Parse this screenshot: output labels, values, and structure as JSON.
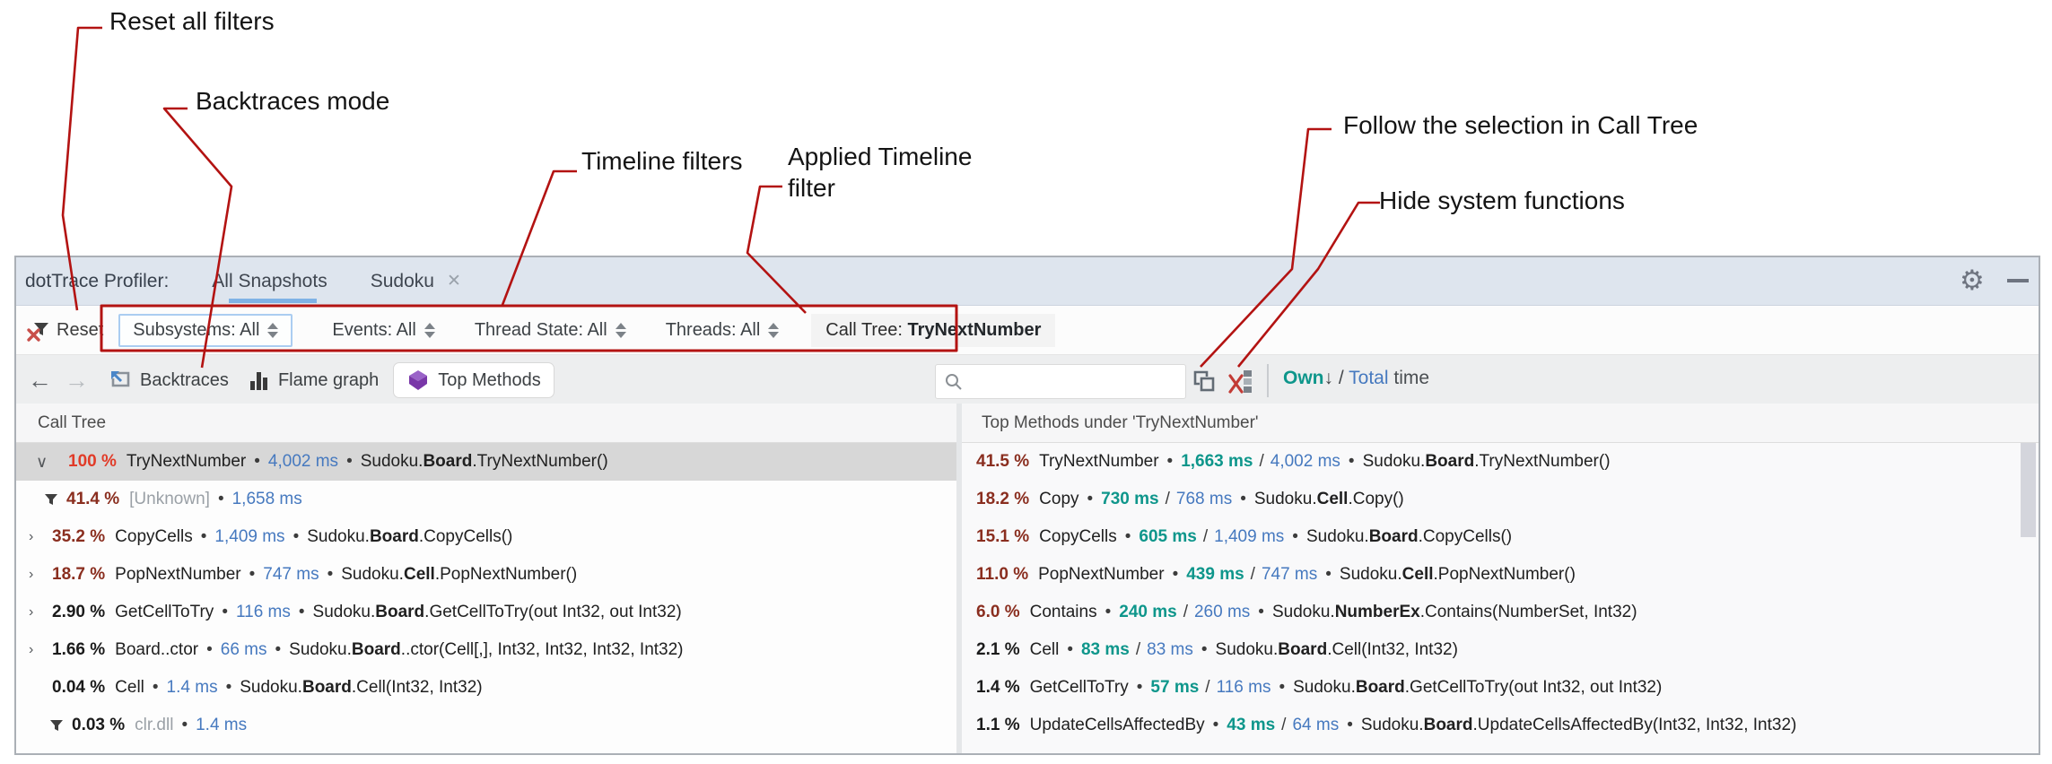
{
  "annotations": {
    "reset": "Reset all filters",
    "backtraces": "Backtraces mode",
    "timeline": "Timeline filters",
    "applied": "Applied Timeline filter",
    "follow": "Follow the selection in Call Tree",
    "hide": "Hide system functions"
  },
  "titlebar": {
    "app_title": "dotTrace Profiler:",
    "tabs": [
      {
        "label": "All Snapshots",
        "active": false
      },
      {
        "label": "Sudoku",
        "active": true,
        "close_glyph": "✕"
      }
    ],
    "gear_glyph": "⚙"
  },
  "filterbar": {
    "reset_label": "Reset",
    "combos": [
      {
        "label": "Subsystems: All",
        "focused": true
      },
      {
        "label": "Events: All",
        "focused": false
      },
      {
        "label": "Thread State: All",
        "focused": false
      },
      {
        "label": "Threads: All",
        "focused": false
      }
    ],
    "applied_chip": {
      "prefix": "Call Tree: ",
      "value": "TryNextNumber"
    }
  },
  "toolbar": {
    "back_glyph": "←",
    "forward_glyph": "→",
    "views": [
      {
        "label": "Backtraces",
        "selected": false
      },
      {
        "label": "Flame graph",
        "selected": false
      },
      {
        "label": "Top Methods",
        "selected": true
      }
    ],
    "search_value": "",
    "sort_toggle": {
      "own": "Own",
      "arrow": "↓",
      "separator": "/",
      "total": "Total",
      "suffix": "time"
    }
  },
  "glyphs": {
    "bullet": "•",
    "expander_open": "∨",
    "expander_closed": "›"
  },
  "left_panel": {
    "header": "Call Tree",
    "rows": [
      {
        "depth": 1,
        "expander": "open",
        "funnel": false,
        "selected": true,
        "pct": "100 %",
        "pct_class": "hot",
        "name": "TryNextNumber",
        "muted": false,
        "time": "4,002 ms",
        "method": {
          "ns": "Sudoku.",
          "cls": "Board",
          "rest": ".TryNextNumber()"
        }
      },
      {
        "depth": 2,
        "expander": "none",
        "funnel": true,
        "selected": false,
        "pct": "41.4 %",
        "pct_class": "warm",
        "name": "[Unknown]",
        "muted": true,
        "time": "1,658 ms",
        "method": null
      },
      {
        "depth": 2,
        "expander": "closed",
        "funnel": false,
        "selected": false,
        "pct": "35.2 %",
        "pct_class": "warm",
        "name": "CopyCells",
        "muted": false,
        "time": "1,409 ms",
        "method": {
          "ns": "Sudoku.",
          "cls": "Board",
          "rest": ".CopyCells()"
        }
      },
      {
        "depth": 2,
        "expander": "closed",
        "funnel": false,
        "selected": false,
        "pct": "18.7 %",
        "pct_class": "warm",
        "name": "PopNextNumber",
        "muted": false,
        "time": "747 ms",
        "method": {
          "ns": "Sudoku.",
          "cls": "Cell",
          "rest": ".PopNextNumber()"
        }
      },
      {
        "depth": 2,
        "expander": "closed",
        "funnel": false,
        "selected": false,
        "pct": "2.90 %",
        "pct_class": "plain",
        "name": "GetCellToTry",
        "muted": false,
        "time": "116 ms",
        "method": {
          "ns": "Sudoku.",
          "cls": "Board",
          "rest": ".GetCellToTry(out Int32, out Int32)"
        }
      },
      {
        "depth": 2,
        "expander": "closed",
        "funnel": false,
        "selected": false,
        "pct": "1.66 %",
        "pct_class": "plain",
        "name": "Board..ctor",
        "muted": false,
        "time": "66 ms",
        "method": {
          "ns": "Sudoku.",
          "cls": "Board",
          "rest": "..ctor(Cell[,], Int32, Int32, Int32, Int32)"
        }
      },
      {
        "depth": 2,
        "expander": "none",
        "funnel": false,
        "selected": false,
        "pct": "0.04 %",
        "pct_class": "plain",
        "name": "Cell",
        "muted": false,
        "time": "1.4 ms",
        "method": {
          "ns": "Sudoku.",
          "cls": "Board",
          "rest": ".Cell(Int32, Int32)"
        }
      },
      {
        "depth": 3,
        "expander": "none",
        "funnel": true,
        "selected": false,
        "pct": "0.03 %",
        "pct_class": "plain",
        "name": "clr.dll",
        "muted": true,
        "time": "1.4 ms",
        "method": null
      }
    ]
  },
  "right_panel": {
    "header": "Top Methods under 'TryNextNumber'",
    "rows": [
      {
        "pct": "41.5 %",
        "pct_class": "warm",
        "name": "TryNextNumber",
        "own": "1,663 ms",
        "total": "4,002 ms",
        "method": {
          "ns": "Sudoku.",
          "cls": "Board",
          "rest": ".TryNextNumber()"
        }
      },
      {
        "pct": "18.2 %",
        "pct_class": "warm",
        "name": "Copy",
        "own": "730 ms",
        "total": "768 ms",
        "method": {
          "ns": "Sudoku.",
          "cls": "Cell",
          "rest": ".Copy()"
        }
      },
      {
        "pct": "15.1 %",
        "pct_class": "warm",
        "name": "CopyCells",
        "own": "605 ms",
        "total": "1,409 ms",
        "method": {
          "ns": "Sudoku.",
          "cls": "Board",
          "rest": ".CopyCells()"
        }
      },
      {
        "pct": "11.0 %",
        "pct_class": "warm",
        "name": "PopNextNumber",
        "own": "439 ms",
        "total": "747 ms",
        "method": {
          "ns": "Sudoku.",
          "cls": "Cell",
          "rest": ".PopNextNumber()"
        }
      },
      {
        "pct": "6.0 %",
        "pct_class": "warm",
        "name": "Contains",
        "own": "240 ms",
        "total": "260 ms",
        "method": {
          "ns": "Sudoku.",
          "cls": "NumberEx",
          "rest": ".Contains(NumberSet, Int32)"
        }
      },
      {
        "pct": "2.1 %",
        "pct_class": "plain",
        "name": "Cell",
        "own": "83 ms",
        "total": "83 ms",
        "method": {
          "ns": "Sudoku.",
          "cls": "Board",
          "rest": ".Cell(Int32, Int32)"
        }
      },
      {
        "pct": "1.4 %",
        "pct_class": "plain",
        "name": "GetCellToTry",
        "own": "57 ms",
        "total": "116 ms",
        "method": {
          "ns": "Sudoku.",
          "cls": "Board",
          "rest": ".GetCellToTry(out Int32, out Int32)"
        }
      },
      {
        "pct": "1.1 %",
        "pct_class": "plain",
        "name": "UpdateCellsAffectedBy",
        "own": "43 ms",
        "total": "64 ms",
        "method": {
          "ns": "Sudoku.",
          "cls": "Board",
          "rest": ".UpdateCellsAffectedBy(Int32, Int32, Int32)"
        }
      }
    ]
  },
  "colors": {
    "annotation_red": "#b31312",
    "hot_pct": "#e13b28",
    "warm_pct": "#8a2e1f",
    "time_blue": "#4679bf",
    "own_teal": "#0e968b",
    "tab_underline": "#7fb2e6",
    "top_methods_purple": "#7937a8"
  }
}
